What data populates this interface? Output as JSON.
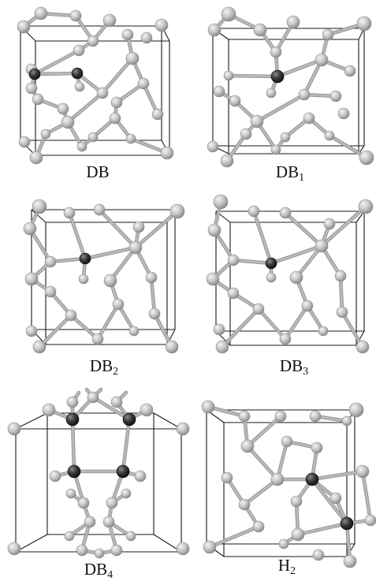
{
  "panels": [
    {
      "id": "DB",
      "label_main": "DB",
      "label_sub": ""
    },
    {
      "id": "DB1",
      "label_main": "DB",
      "label_sub": "1"
    },
    {
      "id": "DB2",
      "label_main": "DB",
      "label_sub": "2"
    },
    {
      "id": "DB3",
      "label_main": "DB",
      "label_sub": "3"
    },
    {
      "id": "DB4",
      "label_main": "DB",
      "label_sub": "4"
    },
    {
      "id": "H2",
      "label_main": "H",
      "label_sub": "2"
    }
  ],
  "colors": {
    "light_atom": "#bdbdbd",
    "dark_atom": "#2a2a2a",
    "bond": "#b8b8b8",
    "cube_edge": "#1a1a1a"
  }
}
